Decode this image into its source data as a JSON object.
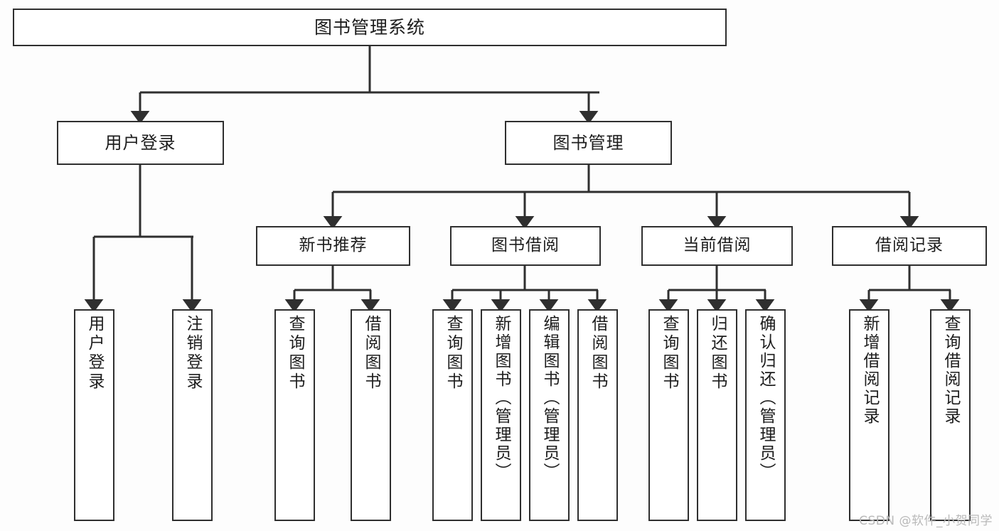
{
  "diagram": {
    "type": "tree",
    "title": "图书管理系统",
    "orientation": "top-down",
    "colors": {
      "background": "#fdfdfd",
      "node_fill": "#ffffff",
      "node_border": "#2f2f2f",
      "edge": "#2f2f2f",
      "text": "#1d1d1d",
      "watermark": "#b9b9b9"
    },
    "root": {
      "label": "图书管理系统"
    },
    "level1": [
      {
        "label": "用户登录"
      },
      {
        "label": "图书管理"
      }
    ],
    "level2": [
      {
        "label": "新书推荐"
      },
      {
        "label": "图书借阅"
      },
      {
        "label": "当前借阅"
      },
      {
        "label": "借阅记录"
      }
    ],
    "leaves": {
      "user_login": [
        {
          "label": "用户登录"
        },
        {
          "label": "注销登录"
        }
      ],
      "new_book_recommend": [
        {
          "label": "查询图书"
        },
        {
          "label": "借阅图书"
        }
      ],
      "book_borrow": [
        {
          "label": "查询图书"
        },
        {
          "label": "新增图书（管理员）"
        },
        {
          "label": "编辑图书（管理员）"
        },
        {
          "label": "借阅图书"
        }
      ],
      "current_borrow": [
        {
          "label": "查询图书"
        },
        {
          "label": "归还图书"
        },
        {
          "label": "确认归还（管理员）"
        }
      ],
      "borrow_record": [
        {
          "label": "新增借阅记录"
        },
        {
          "label": "查询借阅记录"
        }
      ]
    },
    "watermark": "CSDN @软件_小贺同学"
  }
}
